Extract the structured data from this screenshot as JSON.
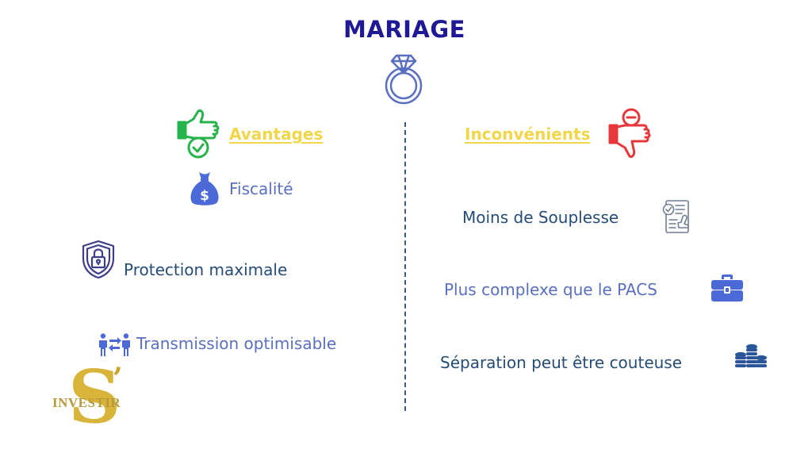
{
  "title": "MARIAGE",
  "colors": {
    "title": "#1f1996",
    "heading": "#f2d64a",
    "thumbs_up": "#27b34b",
    "thumbs_down": "#e8373a",
    "text_dark": "#244c77",
    "text_light": "#5a6fc0",
    "icon_blue": "#4b6ad8",
    "divider": "#3e5a80",
    "logo_gold": "#d9b43a"
  },
  "advantages": {
    "heading": "Avantages",
    "icon": "thumbs-up-check-icon",
    "items": [
      {
        "label": "Fiscalité",
        "icon": "money-bag-icon"
      },
      {
        "label": "Protection maximale",
        "icon": "shield-lock-icon"
      },
      {
        "label": "Transmission optimisable",
        "icon": "people-transfer-icon"
      }
    ]
  },
  "disadvantages": {
    "heading": "Inconvénients",
    "icon": "thumbs-down-minus-icon",
    "items": [
      {
        "label": "Moins de Souplesse",
        "icon": "document-stamp-icon"
      },
      {
        "label": "Plus complexe que le PACS",
        "icon": "briefcase-icon"
      },
      {
        "label": "Séparation peut être couteuse",
        "icon": "coins-stack-icon"
      }
    ]
  },
  "logo": {
    "letter": "S",
    "apostrophe": "’",
    "text": "INVESTIR"
  }
}
